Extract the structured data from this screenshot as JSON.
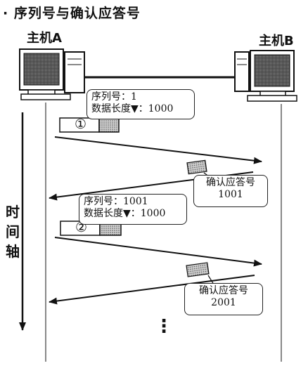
{
  "title": "· 序列号与确认应答号",
  "hosts": {
    "a": "主机A",
    "b": "主机B"
  },
  "time_axis": [
    "时",
    "间",
    "轴"
  ],
  "segments": [
    {
      "marker": "①",
      "seq_line": "序列号：1",
      "len_line": "数据长度▼：1000"
    },
    {
      "marker": "②",
      "seq_line": "序列号：1001",
      "len_line": "数据长度▼：1000"
    }
  ],
  "acks": [
    {
      "label": "确认应答号",
      "value": "1001"
    },
    {
      "label": "确认应答号",
      "value": "2001"
    }
  ],
  "continuation": "⋮"
}
